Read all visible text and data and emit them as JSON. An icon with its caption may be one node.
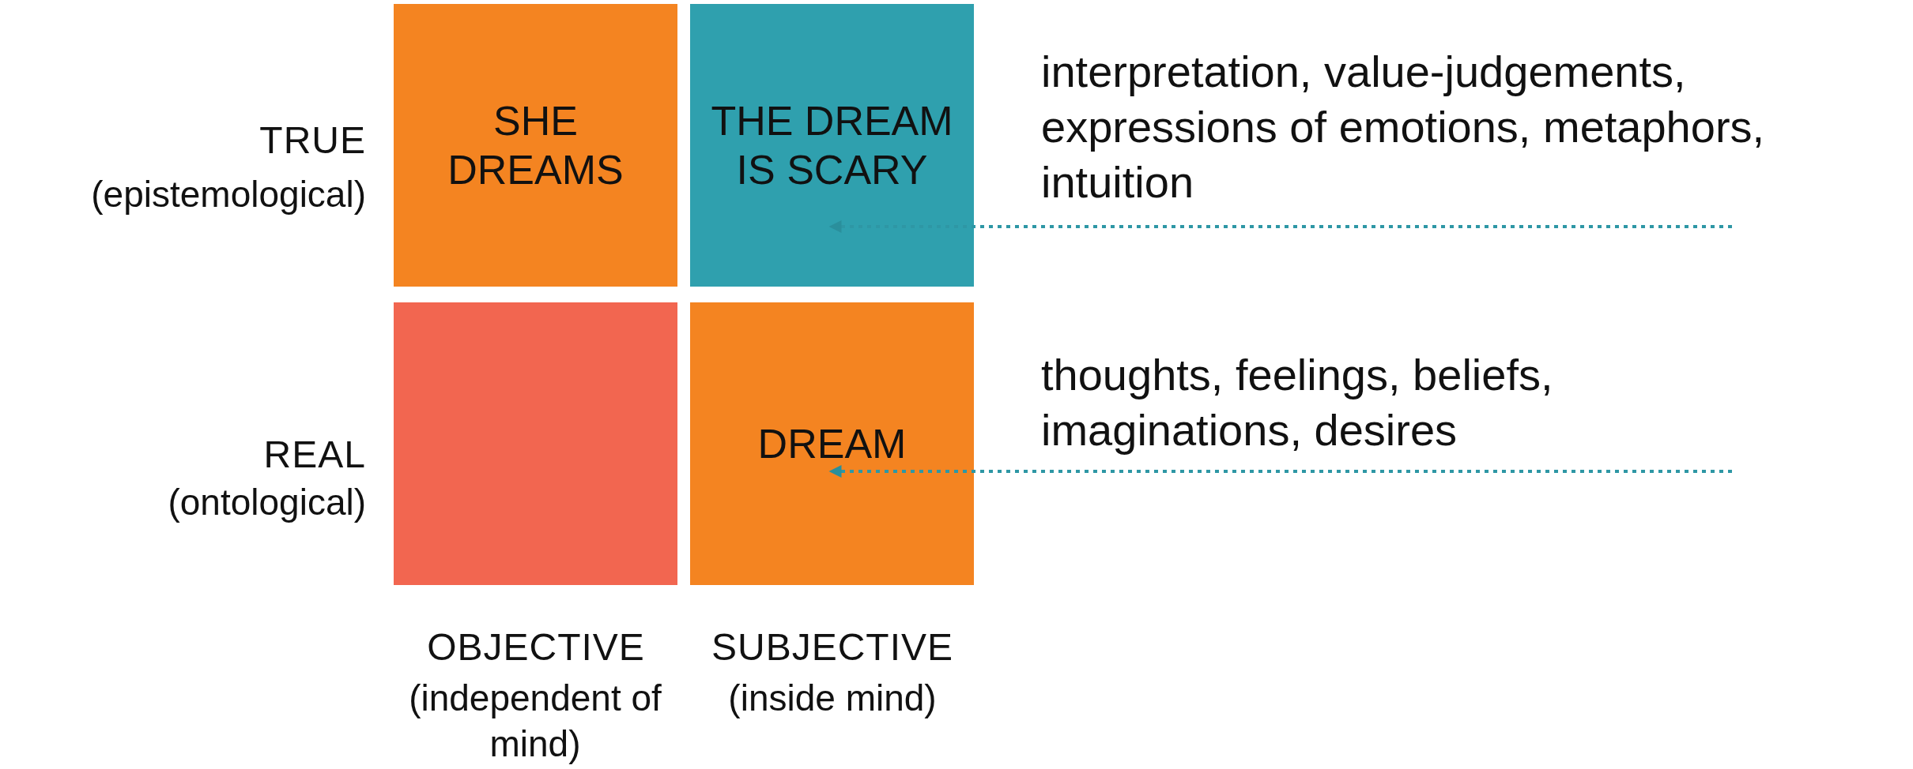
{
  "diagram": {
    "nodes": [
      {
        "text": [
          "SHE DREAMS"
        ]
      },
      {
        "text": [
          "THE DREAM IS SCARY"
        ]
      },
      {
        "text": [],
        "shape": "box"
      },
      {
        "text": [
          "DREAM"
        ]
      }
    ],
    "edges": [
      {
        "from": null,
        "to": 1,
        "arrow": "to",
        "style": "dashed"
      },
      {
        "from": null,
        "to": 3,
        "arrow": "to",
        "style": "dashed"
      }
    ],
    "labels": [
      "TRUE",
      "(epistemological)",
      "interpretation, value-judgements, expressions of emotions, metaphors, intuition",
      "REAL",
      "(ontological)",
      "thoughts, feelings, beliefs, imaginations, desires",
      "OBJECTIVE",
      "(independent of mind)",
      "SUBJECTIVE",
      "(inside mind)"
    ]
  }
}
